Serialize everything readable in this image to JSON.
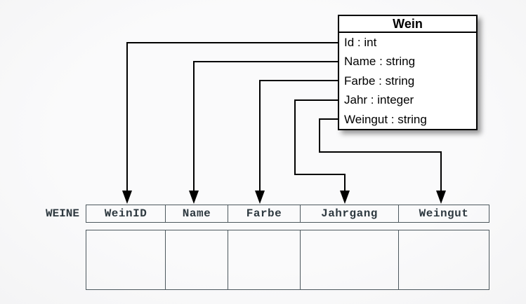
{
  "diagram": {
    "class_box": {
      "title": "Wein",
      "attributes": [
        "Id : int",
        "Name : string",
        "Farbe : string",
        "Jahr : integer",
        "Weingut : string"
      ]
    },
    "table": {
      "label": "WEINE",
      "columns": [
        "WeinID",
        "Name",
        "Farbe",
        "Jahrgang",
        "Weingut"
      ]
    },
    "mappings": [
      {
        "from": "Id",
        "to": "WeinID"
      },
      {
        "from": "Name",
        "to": "Name"
      },
      {
        "from": "Farbe",
        "to": "Farbe"
      },
      {
        "from": "Jahr",
        "to": "Jahrgang"
      },
      {
        "from": "Weingut",
        "to": "Weingut"
      }
    ],
    "colors": {
      "background": "#f8f8f9",
      "arrow": "#000000",
      "box_border": "#000000",
      "box_fill": "#ffffff",
      "table_border": "#4d585e",
      "table_text": "#2e3940"
    }
  }
}
